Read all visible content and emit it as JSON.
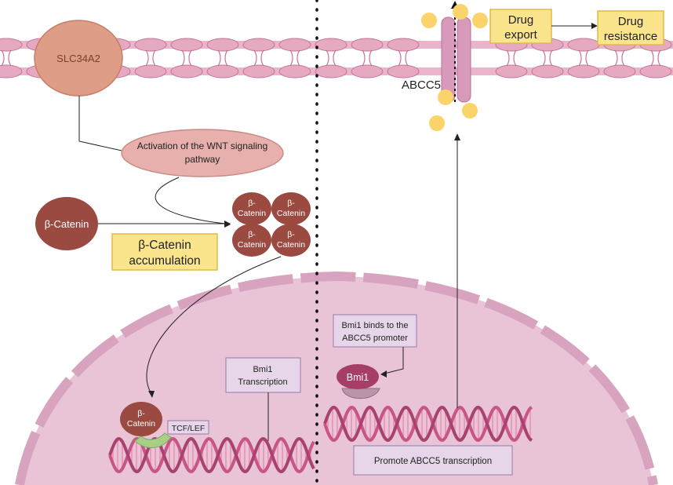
{
  "membrane_protein_left": "SLC34A2",
  "wnt_activation": [
    "Activation of the WNT signaling",
    "pathway"
  ],
  "beta_catenin_single": "β-Catenin",
  "beta_catenin_cluster": [
    "β-",
    "Catenin"
  ],
  "accumulation_label": [
    "β-Catenin",
    "accumulation"
  ],
  "nuclear_beta_catenin": [
    "β-",
    "Catenin"
  ],
  "tcf_lef": "TCF/LEF",
  "bmi1_transcription": [
    "Bmi1",
    "Transcription"
  ],
  "bmi1_binds": [
    "Bmi1 binds to the",
    "ABCC5 promoter"
  ],
  "bmi1_protein": "Bmi1",
  "promote_transcription": "Promote ABCC5 transcription",
  "transporter": "ABCC5",
  "drug_export": [
    "Drug",
    "export"
  ],
  "drug_resistance": [
    "Drug",
    "resistance"
  ],
  "colors": {
    "membrane": "#e6a9c2",
    "membrane_stroke": "#c7739a",
    "nucleus": "#e8c4d6",
    "nucleus_rim": "#d8a3be",
    "slc": "#dd9d86",
    "wnt": "#e7b0ac",
    "catenin": "#9b4a42",
    "yellow_box": "#fbe58c",
    "yellow_box_stroke": "#e2b84a",
    "lavender_box": "#e7d6ea",
    "lavender_stroke": "#9b78a5",
    "drug": "#fad46b",
    "dna_pink": "#c85585",
    "tcf": "#a9cf87",
    "bmi1": "#a63e66"
  }
}
